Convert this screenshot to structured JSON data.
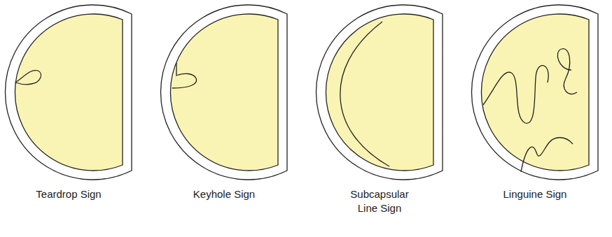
{
  "diagram": {
    "labels": [
      "Teardrop Sign",
      "Keyhole Sign",
      "Subcapsular Line Sign",
      "Linguine Sign"
    ]
  }
}
